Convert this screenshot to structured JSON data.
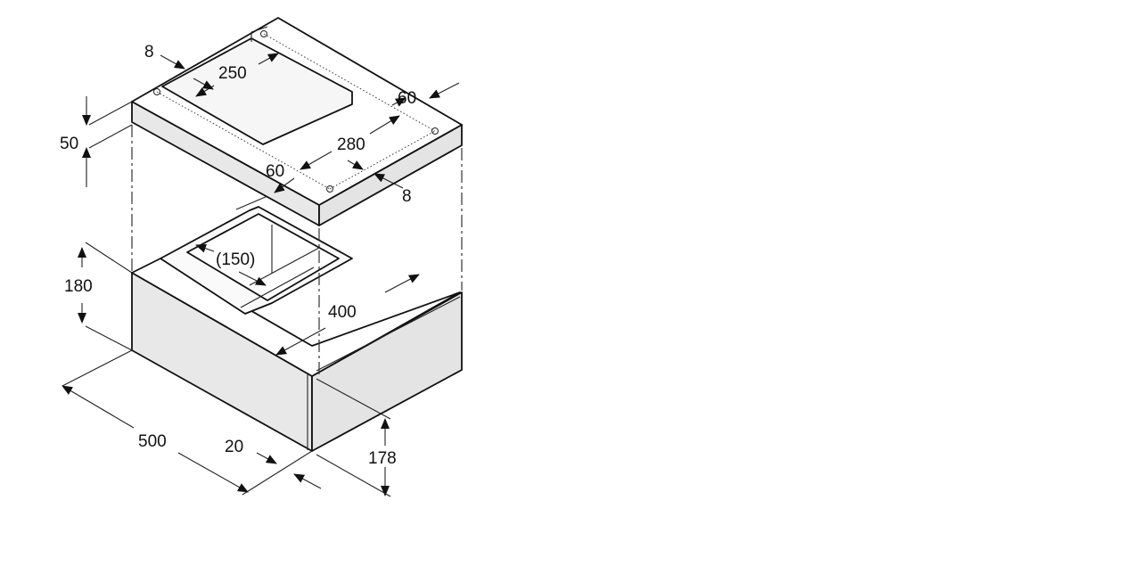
{
  "diagram": {
    "dimensions": {
      "top_slot_gap": "8",
      "top_slot_width": "250",
      "top_rear_depth": "60",
      "top_thickness": "50",
      "top_inner_length": "280",
      "top_front_depth": "60",
      "top_side_gap": "8",
      "base_slot_width": "(150)",
      "base_height": "180",
      "base_inner_length": "400",
      "base_width": "500",
      "base_wall": "20",
      "base_side_height": "178"
    }
  }
}
